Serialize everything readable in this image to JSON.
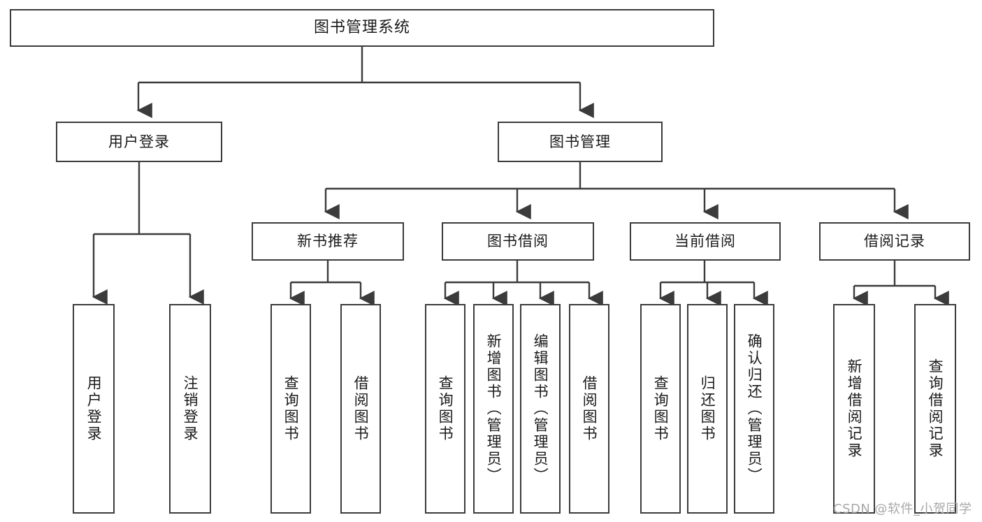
{
  "diagram": {
    "type": "tree-hierarchy-diagram",
    "title": "图书管理系统",
    "colors": {
      "stroke": "#3b3b3b",
      "fill": "#ffffff",
      "text": "#1a1a1a",
      "watermark": "#a8a8a8"
    },
    "nodes": {
      "root": {
        "label": "图书管理系统"
      },
      "level1": [
        {
          "id": "user-login",
          "label": "用户登录"
        },
        {
          "id": "book-management",
          "label": "图书管理"
        }
      ],
      "level2": [
        {
          "id": "new-book-recommend",
          "label": "新书推荐"
        },
        {
          "id": "book-borrow",
          "label": "图书借阅"
        },
        {
          "id": "current-borrow",
          "label": "当前借阅"
        },
        {
          "id": "borrow-record",
          "label": "借阅记录"
        }
      ],
      "leaves": {
        "user_login": [
          {
            "id": "leaf-user-login",
            "label": "用户登录"
          },
          {
            "id": "leaf-logout",
            "label": "注销登录"
          }
        ],
        "new_book_recommend": [
          {
            "id": "leaf-query-book-1",
            "label": "查询图书"
          },
          {
            "id": "leaf-borrow-book-1",
            "label": "借阅图书"
          }
        ],
        "book_borrow": [
          {
            "id": "leaf-query-book-2",
            "label": "查询图书"
          },
          {
            "id": "leaf-add-book",
            "label": "新增图书（管理员）"
          },
          {
            "id": "leaf-edit-book",
            "label": "编辑图书（管理员）"
          },
          {
            "id": "leaf-borrow-book-2",
            "label": "借阅图书"
          }
        ],
        "current_borrow": [
          {
            "id": "leaf-query-book-3",
            "label": "查询图书"
          },
          {
            "id": "leaf-return-book",
            "label": "归还图书"
          },
          {
            "id": "leaf-confirm-return",
            "label": "确认归还（管理员）"
          }
        ],
        "borrow_record": [
          {
            "id": "leaf-add-record",
            "label": "新增借阅记录"
          },
          {
            "id": "leaf-query-record",
            "label": "查询借阅记录"
          }
        ]
      }
    },
    "watermark": "CSDN @软件_小贺同学"
  }
}
